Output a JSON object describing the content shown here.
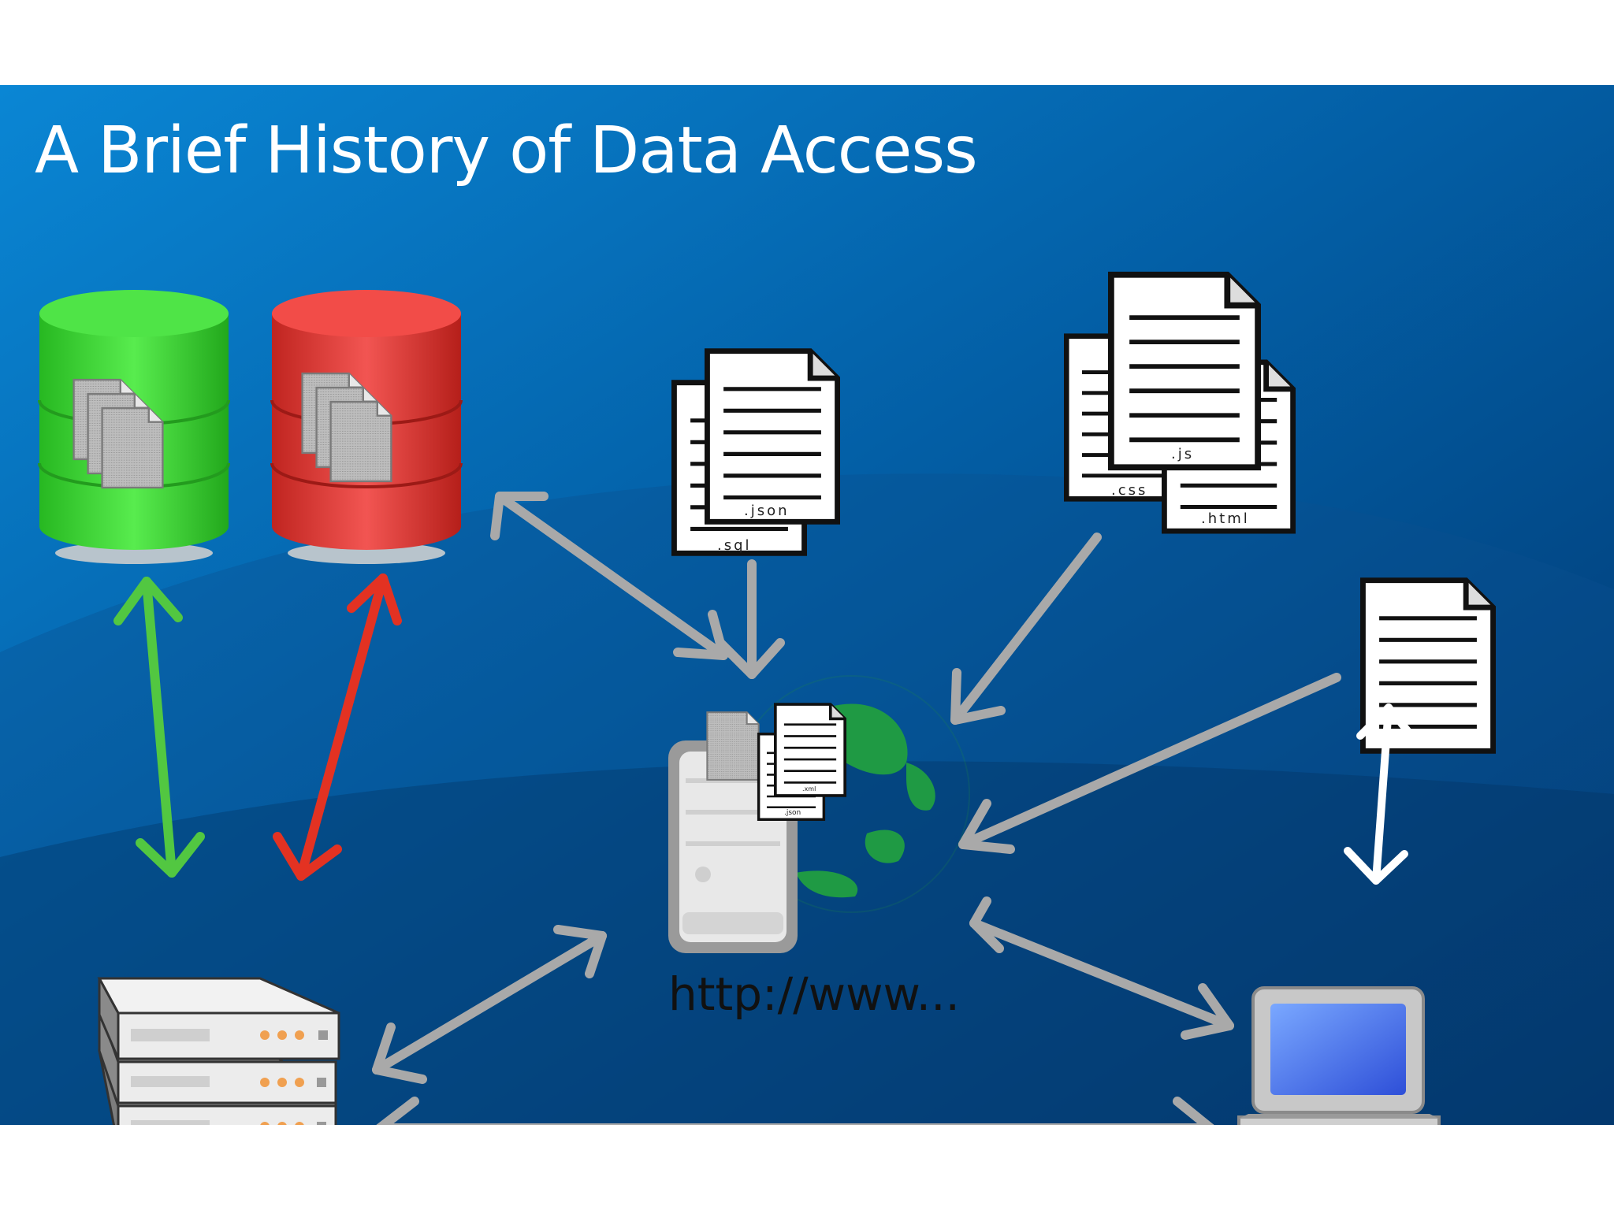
{
  "slide": {
    "title": "A Brief History of Data Access"
  },
  "labels": {
    "sql": ".sql",
    "json": ".json",
    "css": ".css",
    "js": ".js",
    "html": ".html",
    "xml_small": ".xml",
    "json_small": ".json",
    "url": "http://www..."
  },
  "colors": {
    "background_light": "#0a86d4",
    "background_dark": "#01336a",
    "green_database": "#3fd93a",
    "red_database": "#e43a34",
    "green_arrow": "#52c741",
    "red_arrow": "#e33222",
    "grey_arrow": "#a9a9a9",
    "white_arrow": "#ffffff",
    "led_orange": "#f0a050",
    "laptop_screen": "#3f6ff0"
  },
  "icons": [
    "green-database-icon",
    "red-database-icon",
    "server-rack-icon",
    "web-server-icon",
    "globe-icon",
    "laptop-icon",
    "document-icon"
  ]
}
